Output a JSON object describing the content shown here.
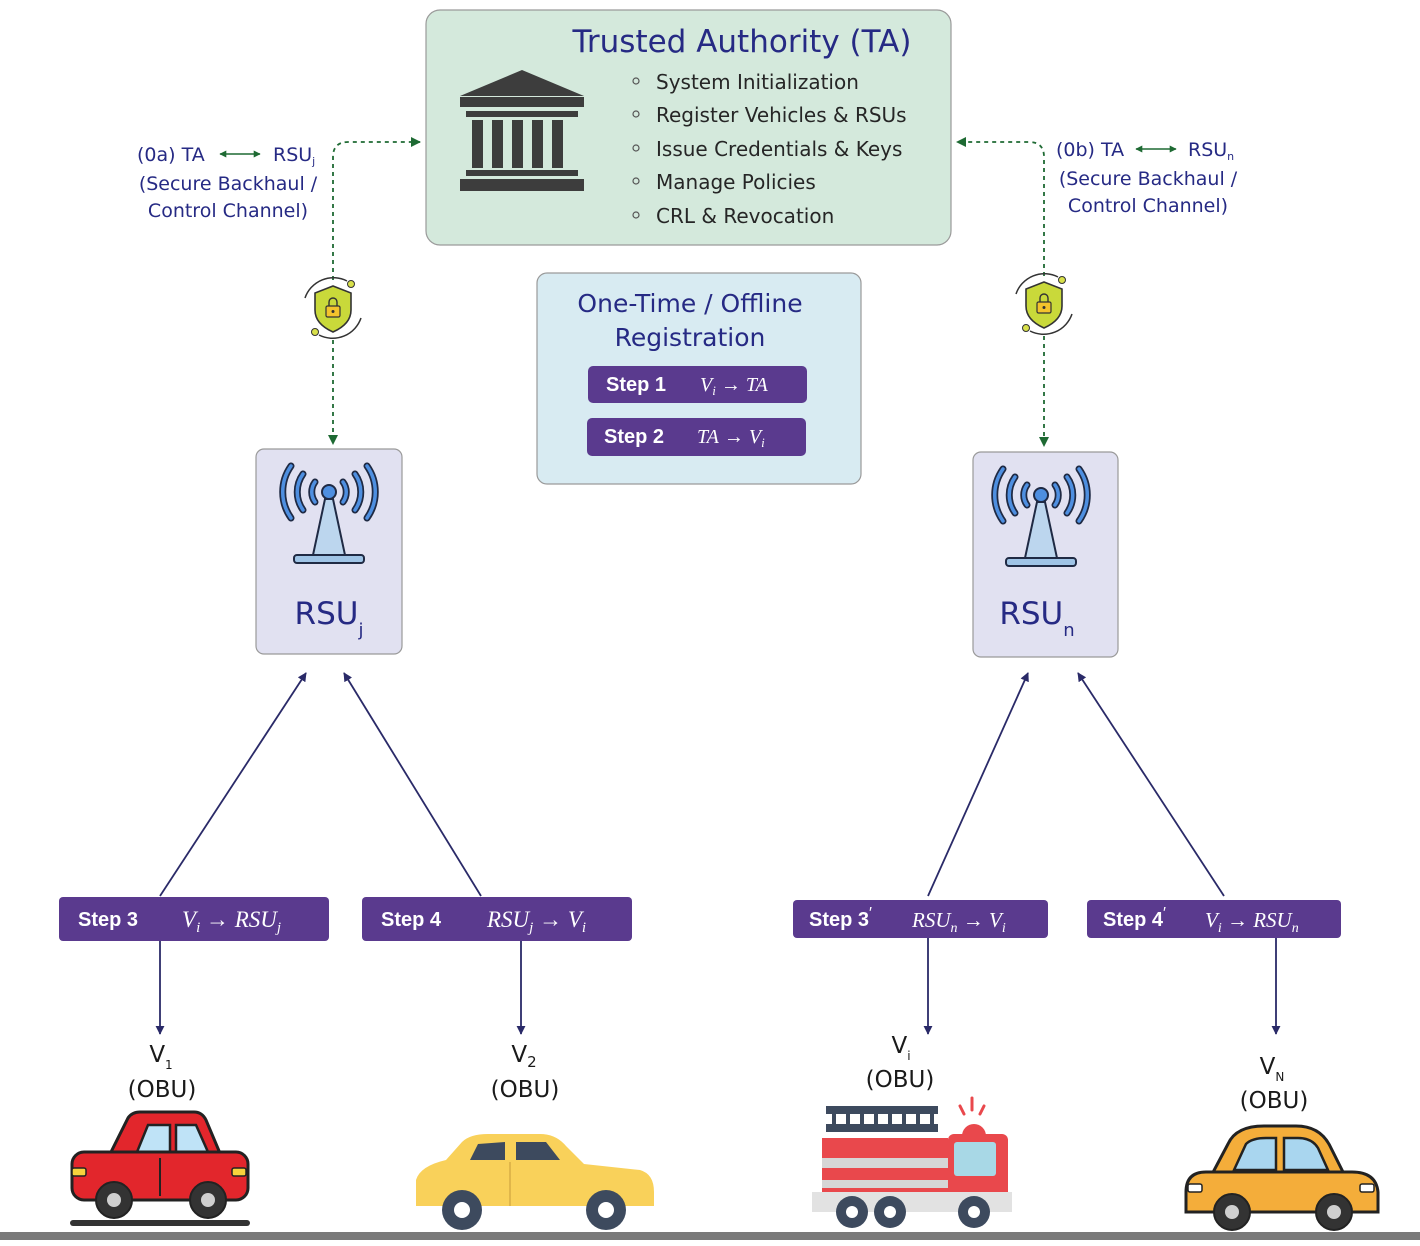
{
  "ta": {
    "title": "Trusted Authority (TA)",
    "items": [
      "System Initialization",
      "Register Vehicles & RSUs",
      "Issue Credentials & Keys",
      "Manage Policies",
      "CRL & Revocation"
    ]
  },
  "registration": {
    "title_line1": "One-Time / Offline",
    "title_line2": "Registration",
    "step1": {
      "label": "Step 1",
      "from": "V",
      "from_sub": "i",
      "to": "TA",
      "to_sub": ""
    },
    "step2": {
      "label": "Step 2",
      "from": "TA",
      "from_sub": "",
      "to": "V",
      "to_sub": "i"
    }
  },
  "channels": {
    "left": {
      "tag": "(0a) TA",
      "rsu": "RSU",
      "rsu_sub": "j",
      "line2": "(Secure Backhaul /",
      "line3": "Control Channel)"
    },
    "right": {
      "tag": "(0b) TA",
      "rsu": "RSU",
      "rsu_sub": "n",
      "line2": "(Secure Backhaul /",
      "line3": "Control Channel)"
    }
  },
  "rsus": {
    "left": {
      "name": "RSU",
      "sub": "j"
    },
    "right": {
      "name": "RSU",
      "sub": "n"
    }
  },
  "steps": {
    "s3": {
      "label": "Step 3",
      "prime": "",
      "from": "V",
      "from_sub": "i",
      "to": "RSU",
      "to_sub": "j"
    },
    "s4": {
      "label": "Step 4",
      "prime": "",
      "from": "RSU",
      "from_sub": "j",
      "to": "V",
      "to_sub": "i"
    },
    "s3p": {
      "label": "Step 3",
      "prime": "′",
      "from": "RSU",
      "from_sub": "n",
      "to": "V",
      "to_sub": "i"
    },
    "s4p": {
      "label": "Step 4",
      "prime": "′",
      "from": "V",
      "from_sub": "i",
      "to": "RSU",
      "to_sub": "n"
    }
  },
  "vehicles": {
    "v1": {
      "name": "V",
      "sub": "1",
      "unit": "(OBU)"
    },
    "v2": {
      "name": "V",
      "sub": "2",
      "unit": "(OBU)"
    },
    "vi": {
      "name": "V",
      "sub": "i",
      "unit": "(OBU)"
    },
    "vn": {
      "name": "V",
      "sub": "N",
      "unit": "(OBU)"
    }
  },
  "icons": {
    "bank": "bank-building-icon",
    "shield": "shield-lock-icon",
    "antenna": "antenna-tower-icon",
    "car": "car-icon",
    "taxi": "taxi-icon",
    "firetruck": "fire-truck-icon"
  },
  "colors": {
    "navy": "#262a84",
    "purple": "#5a3a8e",
    "ta_fill": "#d4e9dc",
    "reg_fill": "#d8ebf2",
    "rsu_fill": "#e1e1f1",
    "green_dash": "#1e6a33",
    "arrow": "#2a2a68"
  }
}
